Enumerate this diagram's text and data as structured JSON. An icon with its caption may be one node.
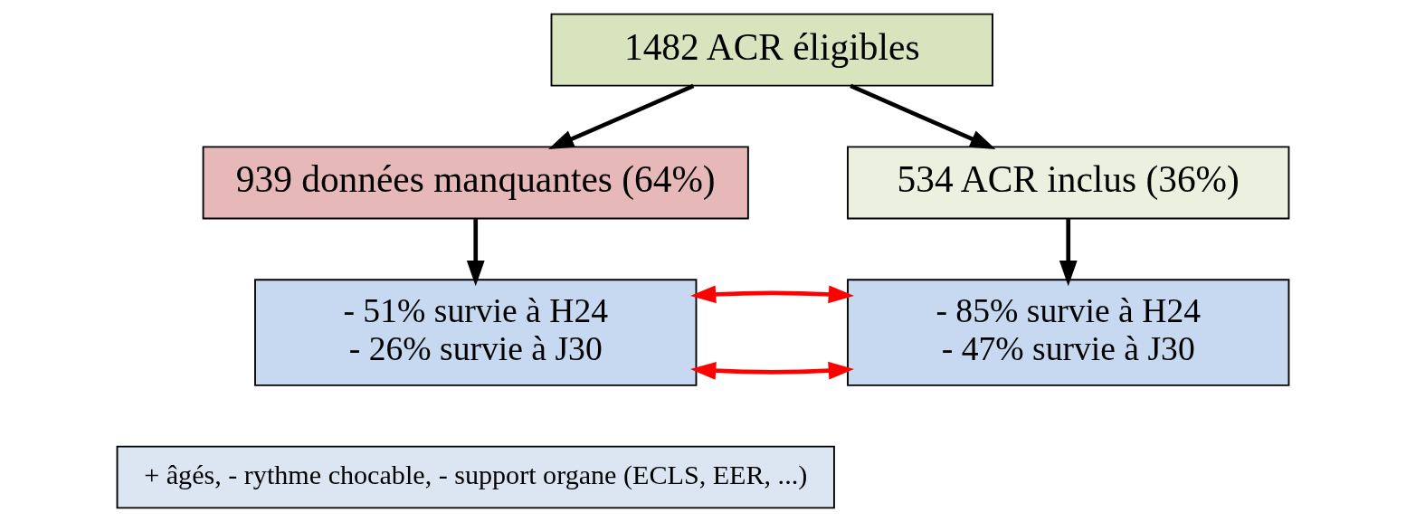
{
  "diagram": {
    "nodes": [
      {
        "text": [
          "1482 ACR éligibles"
        ]
      },
      {
        "text": [
          "939 données manquantes (64%)"
        ]
      },
      {
        "text": [
          "534 ACR inclus (36%)"
        ]
      },
      {
        "text": [
          "- 85% survie à H24",
          "- 47% survie à J30"
        ]
      },
      {
        "text": [
          "- 51% survie à H24",
          "- 26% survie à J30"
        ]
      },
      {
        "text": [
          "+ âgés, - rythme chocable, - support organe (ECLS, EER, ...)"
        ]
      }
    ],
    "edges": [
      {
        "from": 0,
        "to": 2,
        "arrow": "to"
      },
      {
        "from": 0,
        "to": 1,
        "arrow": "to"
      },
      {
        "from": 2,
        "to": 3,
        "arrow": "to"
      },
      {
        "from": 1,
        "to": 4,
        "arrow": "to"
      },
      {
        "from": 3,
        "to": 4,
        "arrow": "both",
        "color": "#ff0000"
      },
      {
        "from": 3,
        "to": 4,
        "arrow": "both",
        "color": "#ff0000"
      }
    ]
  }
}
